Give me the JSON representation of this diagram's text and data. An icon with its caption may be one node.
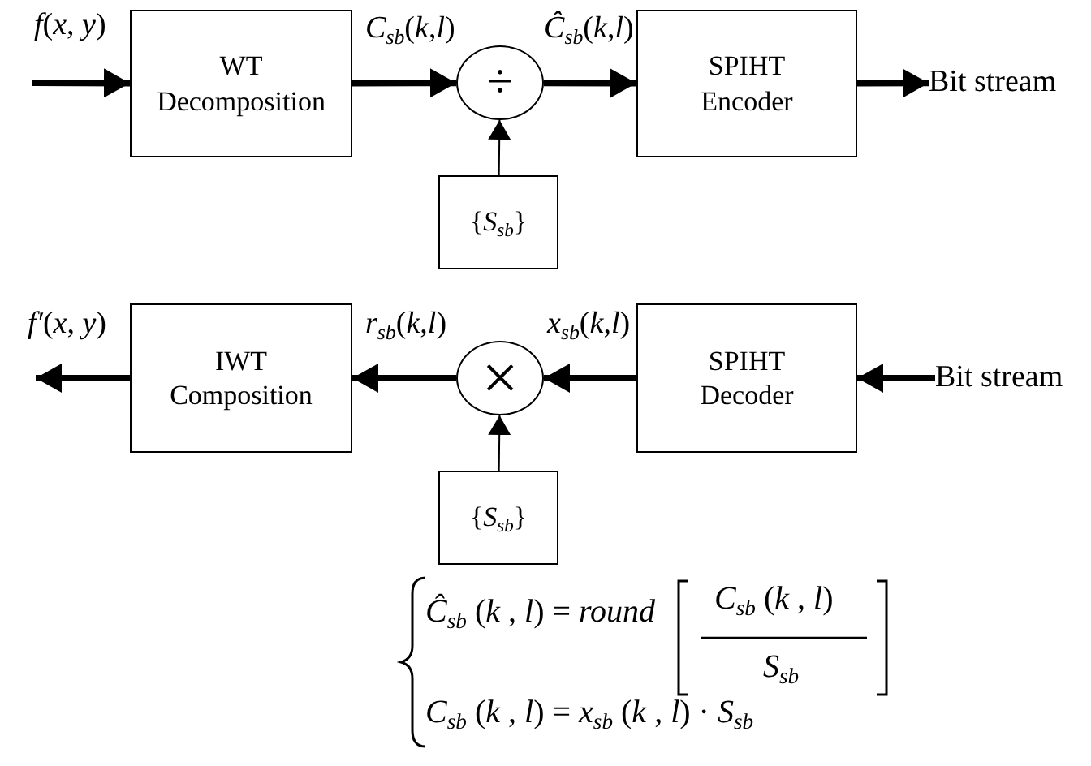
{
  "diagram": {
    "nodes": [
      {
        "text": [
          "WT Decomposition"
        ]
      },
      {
        "text": [
          "÷"
        ]
      },
      {
        "text": [
          "SPIHT Encoder"
        ]
      },
      {
        "text": [
          "Bit stream"
        ]
      },
      {
        "text": [
          "{*S*$_{sb}$}"
        ]
      },
      {
        "text": [
          "IWT Composition"
        ]
      },
      {
        "text": [
          "×"
        ]
      },
      {
        "text": [
          "SPIHT Decoder"
        ]
      },
      {
        "text": [
          "Bit stream"
        ]
      },
      {
        "text": [
          "{*S*$_{sb}$}"
        ]
      }
    ],
    "edges": [
      {
        "from": null,
        "to": 0,
        "arrow": "to",
        "label": "*f*(*x*, *y*)"
      },
      {
        "from": 0,
        "to": 1,
        "arrow": "to",
        "label": "*C*$_{sb}$(*k*,*l*)"
      },
      {
        "from": 1,
        "to": 2,
        "arrow": "to",
        "label": "*Ĉ*$_{sb}$(*k*,*l*)"
      },
      {
        "from": 2,
        "to": 3,
        "arrow": "to"
      },
      {
        "from": 4,
        "to": 1,
        "arrow": "to"
      },
      {
        "from": 8,
        "to": 7,
        "arrow": "to"
      },
      {
        "from": 7,
        "to": 6,
        "arrow": "to",
        "label": "*x*$_{sb}$(*k*,*l*)"
      },
      {
        "from": 6,
        "to": 5,
        "arrow": "to",
        "label": "*r*$_{sb}$(*k*,*l*)"
      },
      {
        "from": 5,
        "to": null,
        "arrow": "to",
        "label": "*f′*(*x*, *y*)"
      },
      {
        "from": 9,
        "to": 6,
        "arrow": "to"
      }
    ],
    "labels": [
      "*Ĉ*$_{sb}$ (*k* , *l*) = *round*",
      "*C*$_{sb}$ (*k* , *l*)",
      "*S*$_{sb}$",
      "*C*$_{sb}$ (*k* , *l*) = *x*$_{sb}$ (*k* , *l*) · *S*$_{sb}$"
    ]
  }
}
